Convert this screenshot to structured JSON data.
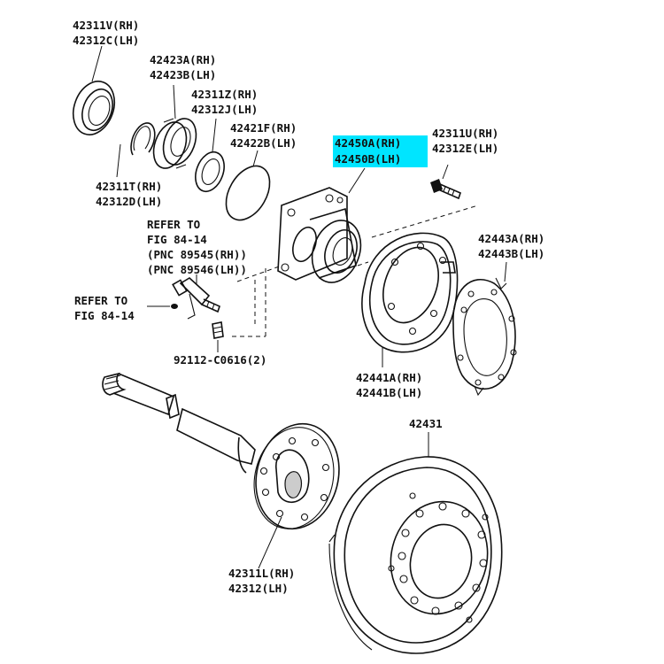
{
  "labels": {
    "oil_seal_rh": "42311V(RH)",
    "oil_seal_lh": "42312C(LH)",
    "bearing_rh": "42423A(RH)",
    "bearing_lh": "42423B(LH)",
    "retainer_rh": "42311Z(RH)",
    "retainer_lh": "42312J(LH)",
    "gasket_rh": "42421F(RH)",
    "gasket_lh": "42422B(LH)",
    "hub_rh": "42450A(RH)",
    "hub_lh": "42450B(LH)",
    "bolt_rh": "42311U(RH)",
    "bolt_lh": "42312E(LH)",
    "snap_ring_rh": "42311T(RH)",
    "snap_ring_lh": "42312D(LH)",
    "refer_to_1": "REFER TO",
    "fig_1": "FIG 84-14",
    "pnc_rh": "(PNC 89545(RH))",
    "pnc_lh": "(PNC 89546(LH))",
    "refer_to_2": "REFER TO",
    "fig_2": "FIG 84-14",
    "plate_gasket_rh": "42443A(RH)",
    "plate_gasket_lh": "42443B(LH)",
    "stud_bolt": "92112-C0616(2)",
    "backing_plate_rh": "42441A(RH)",
    "backing_plate_lh": "42441B(LH)",
    "disc": "42431",
    "axle_shaft_rh": "42311L(RH)",
    "axle_shaft_lh": "42312(LH)"
  },
  "highlight_color": "#00e5ff"
}
